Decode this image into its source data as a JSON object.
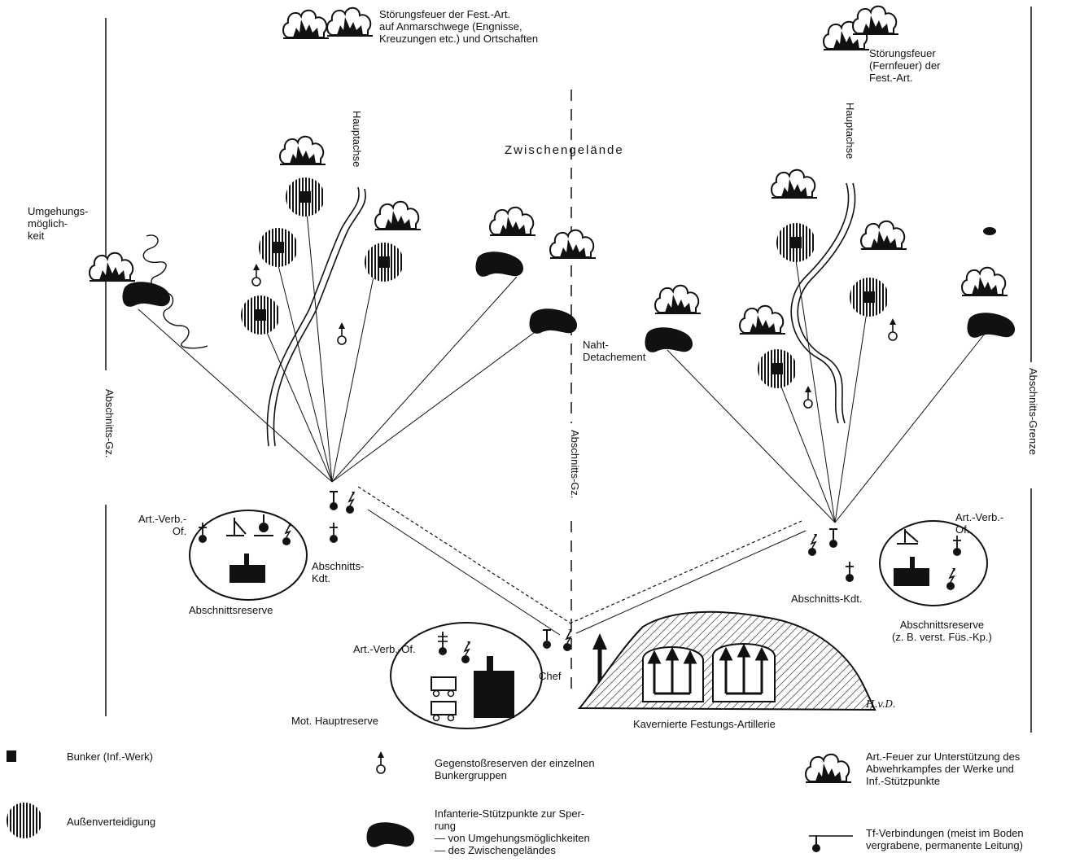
{
  "diagram": {
    "labels": {
      "top_fire_left": "Störungsfeuer der Fest.-Art.\nauf Anmarschwege (Engnisse,\nKreuzungen etc.) und Ortschaften",
      "top_fire_right": "Störungsfeuer\n(Fernfeuer) der\nFest.-Art.",
      "zwischengelaende": "Zwischengelände",
      "hauptachse_left": "Hauptachse",
      "hauptachse_right": "Hauptachse",
      "umgehung": "Umgehungs-\nmöglich-\nkeit",
      "naht": "Naht-\nDetachement",
      "abschnitts_gz_left": "Abschnitts-Gz.",
      "abschnitts_gz_center": "Abschnitts-Gz.",
      "abschnitts_grenze": "Abschnitts-Grenze",
      "art_verb_left": "Art.-Verb.-\nOf.",
      "abschnitts_kdt_left": "Abschnitts-\nKdt.",
      "abschnittsreserve_left": "Abschnittsreserve",
      "art_verb_center": "Art.-Verb.-Of.",
      "chef": "Chef",
      "mot_hauptreserve": "Mot. Hauptreserve",
      "kavernierte": "Kavernierte Festungs-Artillerie",
      "signature": "H.v.D.",
      "art_verb_right": "Art.-Verb.-\nOf.",
      "abschnitts_kdt_right": "Abschnitts-Kdt.",
      "abschnittsreserve_right": "Abschnittsreserve\n(z. B. verst. Füs.-Kp.)"
    }
  },
  "legend": {
    "bunker": "Bunker (Inf.-Werk)",
    "aussenverteidigung": "Außenverteidigung",
    "gegenstoss": "Gegenstoßreserven der einzelnen\nBunkergruppen",
    "infanterie": "Infanterie-Stützpunkte zur Sper-\nrung\n— von Umgehungsmöglichkeiten\n— des Zwischengeländes",
    "art_feuer": "Art.-Feuer zur Unterstützung des\nAbwehrkampfes der Werke und\nInf.-Stützpunkte",
    "tf": "Tf-Verbindungen (meist im Boden\nvergrabene, permanente Leitung)"
  }
}
